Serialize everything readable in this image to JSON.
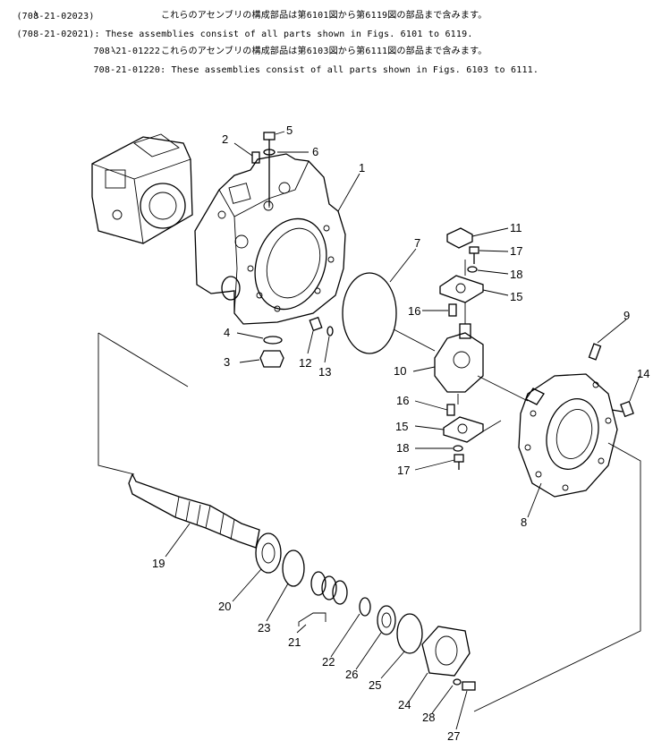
{
  "header": {
    "line1_left": "(708-21-02023)",
    "line1_sep": "\\",
    "line2_left": "(708-21-02021)",
    "line2_jp": "これらのアセンブリの構成部品は第6101図から第6119図の部品まで含みます。",
    "line2_en": ": These assemblies consist of all parts shown in Figs. 6101 to 6119.",
    "line3_left": "708-21-01222",
    "line3_sep": "\\",
    "line4_left": "708-21-01220",
    "line4_jp": "これらのアセンブリの構成部品は第6103図から第6111図の部品まで含みます。",
    "line4_en": ": These assemblies consist of all parts shown in Figs. 6103 to 6111."
  },
  "callouts": {
    "c1": "1",
    "c2": "2",
    "c3": "3",
    "c4": "4",
    "c5": "5",
    "c6": "6",
    "c7": "7",
    "c8": "8",
    "c9": "9",
    "c10": "10",
    "c11": "11",
    "c12": "12",
    "c13": "13",
    "c14": "14",
    "c15a": "15",
    "c15b": "15",
    "c16a": "16",
    "c16b": "16",
    "c17a": "17",
    "c17b": "17",
    "c18a": "18",
    "c18b": "18",
    "c19": "19",
    "c20": "20",
    "c21": "21",
    "c22": "22",
    "c23": "23",
    "c24": "24",
    "c25": "25",
    "c26": "26",
    "c27": "27",
    "c28": "28"
  }
}
